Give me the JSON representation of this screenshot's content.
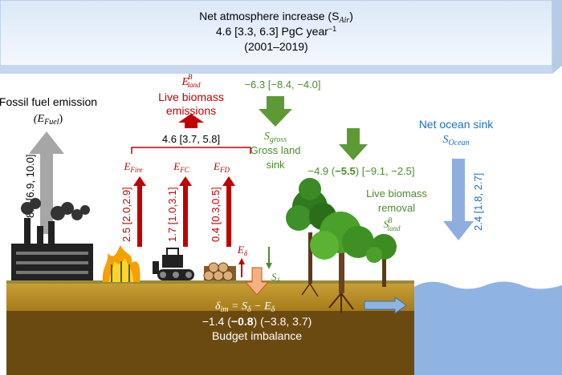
{
  "atmosphere": {
    "title": "Net atmosphere increase (S",
    "title_sub": "Air",
    "title_end": ")",
    "value": "4.6 [3.3, 6.3] PgC year",
    "value_exp": "−1",
    "period": "(2001–2019)"
  },
  "fossil": {
    "title": "Fossil fuel emission",
    "symbol": "(E",
    "symbol_sub": "Fuel",
    "symbol_end": ")",
    "value": "8.7 [6.9, 10.0]"
  },
  "live_biomass_emissions": {
    "symbol": "E",
    "symbol_sub": "land",
    "symbol_sup": "B",
    "label_line1": "Live biomass",
    "label_line2": "emissions",
    "value": "4.6 [3.7, 5.8]",
    "fire_symbol": "E",
    "fire_sub": "Fire",
    "fire_value": "2.5 [2.0,2.9]",
    "fc_symbol": "E",
    "fc_sub": "FC",
    "fc_value": "1.7 [1.0,3.1]",
    "fd_symbol": "E",
    "fd_sub": "FD",
    "fd_value": "0.4 [0.3,0.5]"
  },
  "gross_land_sink": {
    "value": "−6.3 [−8.4, −4.0]",
    "symbol": "S",
    "symbol_sub": "gross",
    "label_line1": "Gross land",
    "label_line2": "sink"
  },
  "live_biomass_removal": {
    "value_prefix": "−4.9 (",
    "value_bold": "−5.5",
    "value_suffix": ") [−9.1, −2.5]",
    "label_line1": "Live biomass",
    "label_line2": "removal",
    "symbol": "S",
    "symbol_sub": "land",
    "symbol_sup": "B"
  },
  "ocean": {
    "label": "Net ocean sink",
    "symbol": "S",
    "symbol_sub": "Ocean",
    "value": "2.4 [1.8, 2.7]"
  },
  "imbalance": {
    "e_delta": "E",
    "e_delta_sub": "δ",
    "s_delta": "S",
    "s_delta_sub": "δ",
    "equation_lhs": "δ",
    "equation_lhs_sub": "im",
    "equation_rhs": " = S",
    "equation_rhs_sub1": "δ",
    "equation_mid": " − E",
    "equation_rhs_sub2": "δ",
    "value_prefix": "−1.4 (",
    "value_bold": "−0.8",
    "value_suffix": ") (−3.8, 3.7)",
    "label": "Budget imbalance"
  },
  "colors": {
    "red": "#c00000",
    "green": "#4e8a2e",
    "blue": "#1f6fc0",
    "sky": "#cfe0f5",
    "soil_top": "#c49a2a",
    "soil_bottom": "#6b4a12",
    "ocean": "#8eb4e3"
  }
}
